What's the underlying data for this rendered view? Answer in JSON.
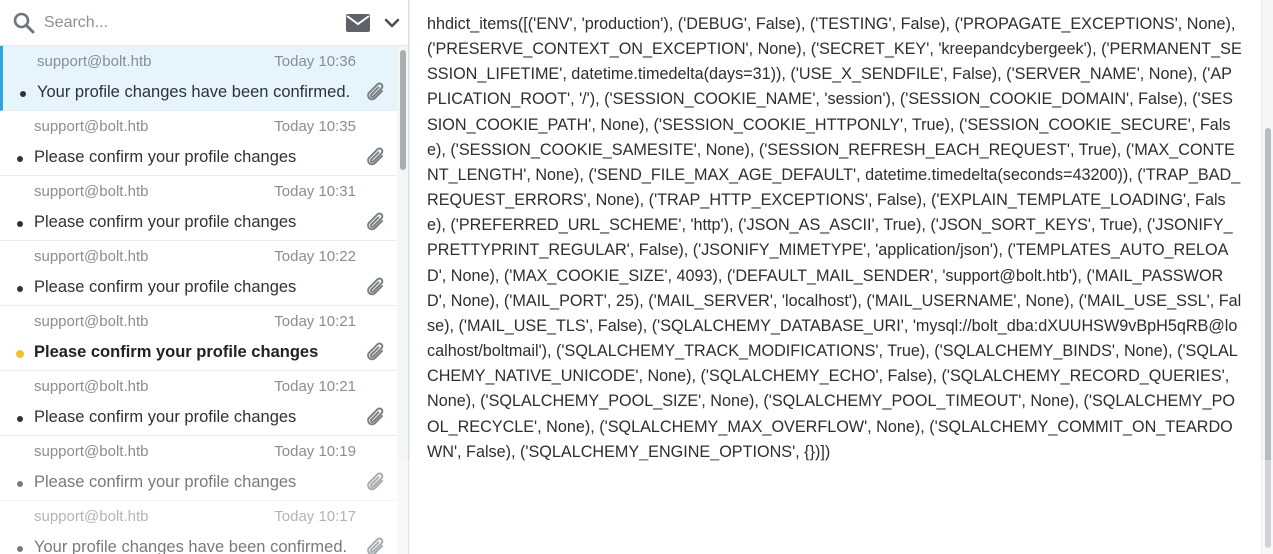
{
  "search": {
    "placeholder": "Search...",
    "icon": "search-icon"
  },
  "toolbar": {
    "envelope_icon": "envelope-icon",
    "options_icon": "chevron-down-icon"
  },
  "messages": [
    {
      "from": "support@bolt.htb",
      "date": "Today 10:36",
      "subject": "Your profile changes have been confirmed.",
      "unread": false,
      "selected": true
    },
    {
      "from": "support@bolt.htb",
      "date": "Today 10:35",
      "subject": "Please confirm your profile changes",
      "unread": false,
      "selected": false
    },
    {
      "from": "support@bolt.htb",
      "date": "Today 10:31",
      "subject": "Please confirm your profile changes",
      "unread": false,
      "selected": false
    },
    {
      "from": "support@bolt.htb",
      "date": "Today 10:22",
      "subject": "Please confirm your profile changes",
      "unread": false,
      "selected": false
    },
    {
      "from": "support@bolt.htb",
      "date": "Today 10:21",
      "subject": "Please confirm your profile changes",
      "unread": true,
      "selected": false
    },
    {
      "from": "support@bolt.htb",
      "date": "Today 10:21",
      "subject": "Please confirm your profile changes",
      "unread": false,
      "selected": false
    },
    {
      "from": "support@bolt.htb",
      "date": "Today 10:19",
      "subject": "Please confirm your profile changes",
      "unread": false,
      "selected": false
    },
    {
      "from": "support@bolt.htb",
      "date": "Today 10:17",
      "subject": "Your profile changes have been confirmed.",
      "unread": false,
      "selected": false
    }
  ],
  "colors": {
    "selected_bg": "#e6f4fb",
    "selected_accent": "#2fa4d9",
    "unread_dot": "#f2c230"
  },
  "body": {
    "text": "hhdict_items([('ENV', 'production'), ('DEBUG', False), ('TESTING', False), ('PROPAGATE_EXCEPTIONS', None), ('PRESERVE_CONTEXT_ON_EXCEPTION', None), ('SECRET_KEY', 'kreepandcybergeek'), ('PERMANENT_SESSION_LIFETIME', datetime.timedelta(days=31)), ('USE_X_SENDFILE', False), ('SERVER_NAME', None), ('APPLICATION_ROOT', '/'), ('SESSION_COOKIE_NAME', 'session'), ('SESSION_COOKIE_DOMAIN', False), ('SESSION_COOKIE_PATH', None), ('SESSION_COOKIE_HTTPONLY', True), ('SESSION_COOKIE_SECURE', False), ('SESSION_COOKIE_SAMESITE', None), ('SESSION_REFRESH_EACH_REQUEST', True), ('MAX_CONTENT_LENGTH', None), ('SEND_FILE_MAX_AGE_DEFAULT', datetime.timedelta(seconds=43200)), ('TRAP_BAD_REQUEST_ERRORS', None), ('TRAP_HTTP_EXCEPTIONS', False), ('EXPLAIN_TEMPLATE_LOADING', False), ('PREFERRED_URL_SCHEME', 'http'), ('JSON_AS_ASCII', True), ('JSON_SORT_KEYS', True), ('JSONIFY_PRETTYPRINT_REGULAR', False), ('JSONIFY_MIMETYPE', 'application/json'), ('TEMPLATES_AUTO_RELOAD', None), ('MAX_COOKIE_SIZE', 4093), ('DEFAULT_MAIL_SENDER', 'support@bolt.htb'), ('MAIL_PASSWORD', None), ('MAIL_PORT', 25), ('MAIL_SERVER', 'localhost'), ('MAIL_USERNAME', None), ('MAIL_USE_SSL', False), ('MAIL_USE_TLS', False), ('SQLALCHEMY_DATABASE_URI', 'mysql://bolt_dba:dXUUHSW9vBpH5qRB@localhost/boltmail'), ('SQLALCHEMY_TRACK_MODIFICATIONS', True), ('SQLALCHEMY_BINDS', None), ('SQLALCHEMY_NATIVE_UNICODE', None), ('SQLALCHEMY_ECHO', False), ('SQLALCHEMY_RECORD_QUERIES', None), ('SQLALCHEMY_POOL_SIZE', None), ('SQLALCHEMY_POOL_TIMEOUT', None), ('SQLALCHEMY_POOL_RECYCLE', None), ('SQLALCHEMY_MAX_OVERFLOW', None), ('SQLALCHEMY_COMMIT_ON_TEARDOWN', False), ('SQLALCHEMY_ENGINE_OPTIONS', {})])"
  }
}
